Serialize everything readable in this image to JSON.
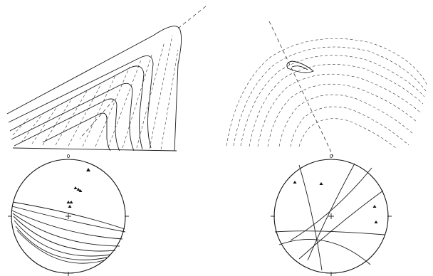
{
  "figure": {
    "panels": [
      {
        "id": "left",
        "fold_style": "folded layers with dashed cleavage trace and dashed axial trace"
      },
      {
        "id": "right",
        "fold_style": "concentric layers with dashed axial trace"
      }
    ],
    "stereonets": [
      {
        "id": "left",
        "north_marker": "0",
        "great_circles": 8,
        "poles": 7
      },
      {
        "id": "right",
        "north_marker": "0",
        "great_circles": 6,
        "poles": 4
      }
    ],
    "colors": {
      "ink": "#111111",
      "background": "#ffffff"
    }
  }
}
